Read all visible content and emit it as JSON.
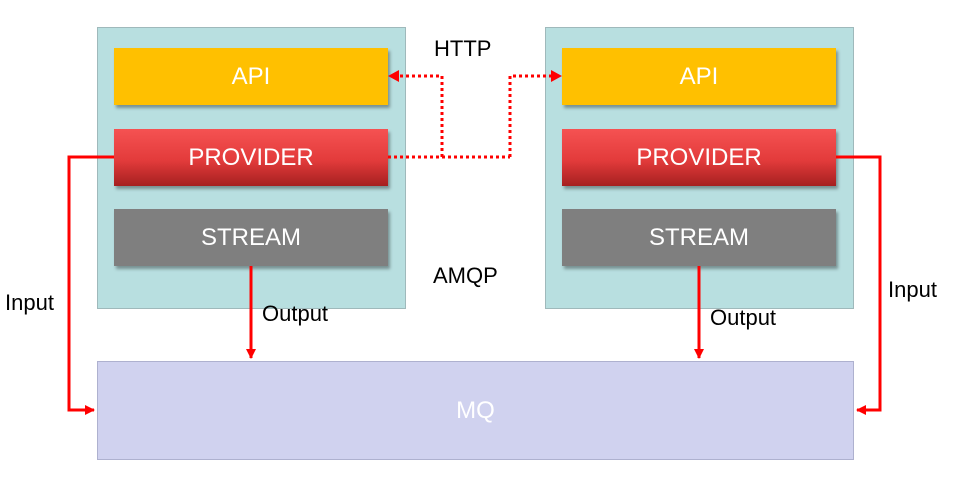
{
  "nodes": {
    "left": {
      "api": "API",
      "provider": "PROVIDER",
      "stream": "STREAM"
    },
    "right": {
      "api": "API",
      "provider": "PROVIDER",
      "stream": "STREAM"
    },
    "mq": "MQ"
  },
  "labels": {
    "http": "HTTP",
    "amqp": "AMQP",
    "input_left": "Input",
    "input_right": "Input",
    "output_left": "Output",
    "output_right": "Output"
  },
  "colors": {
    "api": "#ffc000",
    "provider": "#e33b3b",
    "stream": "#7f7f7f",
    "panel": "#b8dfe0",
    "mq": "#d0d2ef",
    "connector": "#ff0000"
  }
}
